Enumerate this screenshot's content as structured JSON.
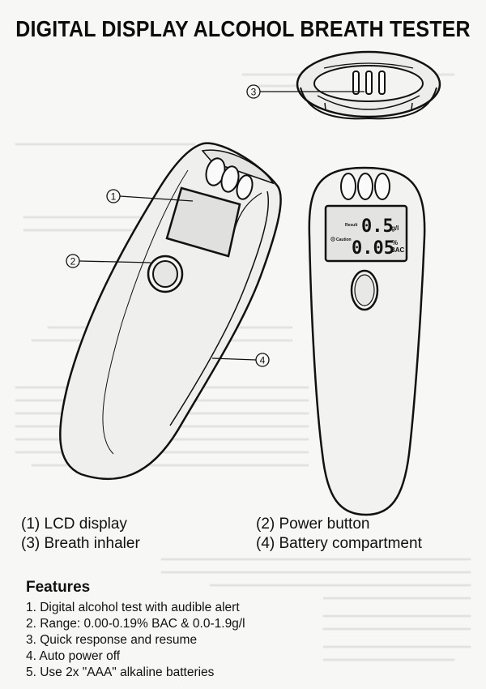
{
  "title": "DIGITAL DISPLAY ALCOHOL BREATH TESTER",
  "callouts": {
    "c1": "1",
    "c2": "2",
    "c3": "3",
    "c4": "4"
  },
  "lcd": {
    "result_label": "Result",
    "result_value": "0.5",
    "result_unit": "g/l",
    "caution_label": "Caution",
    "bac_value": "0.05",
    "bac_unit_top": "%",
    "bac_unit_bottom": "BAC"
  },
  "legend": {
    "item1": "(1) LCD display",
    "item2": "(2) Power button",
    "item3": "(3) Breath inhaler",
    "item4": "(4) Battery compartment"
  },
  "features": {
    "heading": "Features",
    "items": [
      "1. Digital alcohol test with audible alert",
      "2. Range: 0.00-0.19% BAC & 0.0-1.9g/l",
      "3. Quick response and resume",
      "4. Auto power off",
      "5. Use 2x \"AAA\" alkaline batteries"
    ]
  }
}
